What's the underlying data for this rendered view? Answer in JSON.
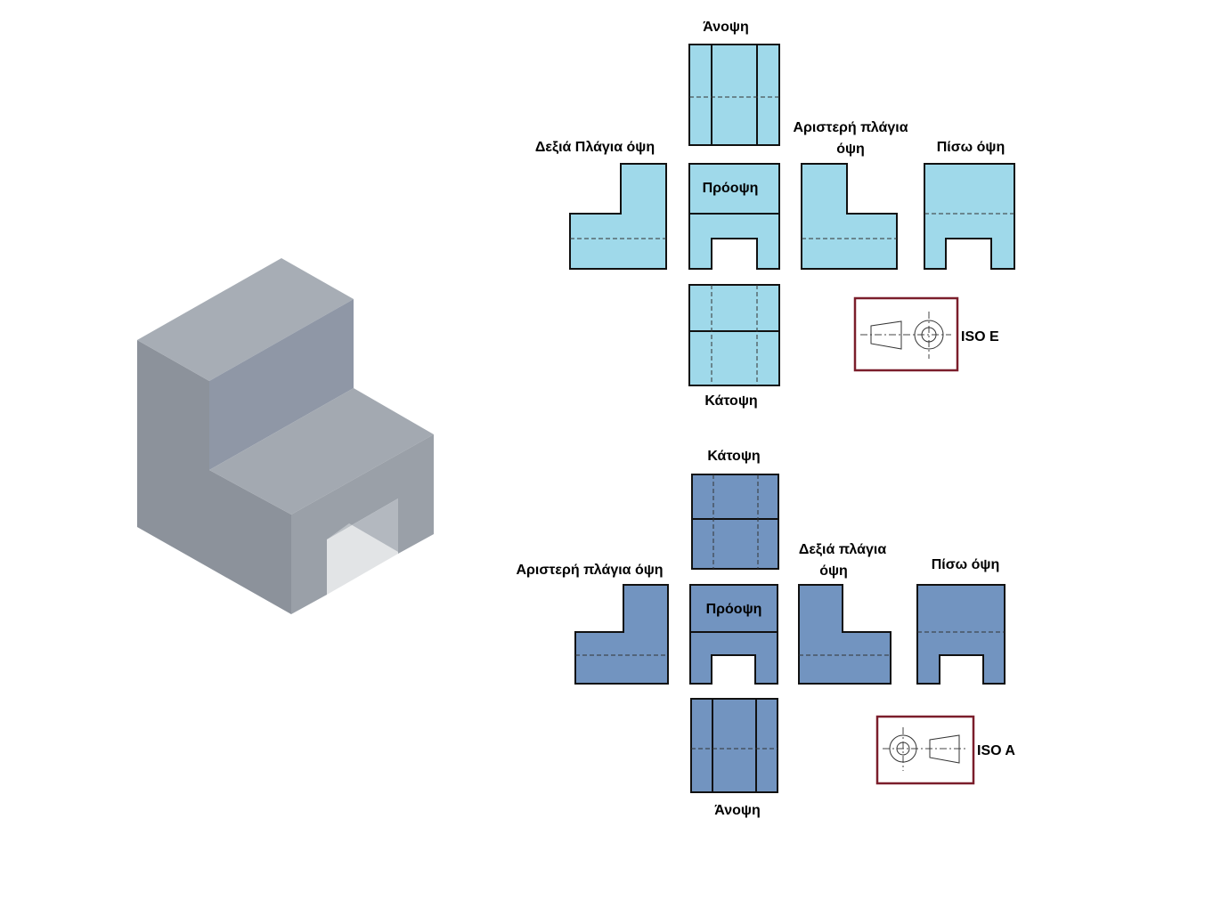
{
  "colors": {
    "iso_e_view_fill": "#9fd9ea",
    "iso_a_view_fill": "#7294c0",
    "symbol_frame": "#7b1e2b",
    "solid_top": "#a7adb5",
    "solid_front": "#8c929b",
    "solid_side": "#9aa0a8"
  },
  "iso_e": {
    "top_view": "Άνοψη",
    "right_side_view": "Δεξιά Πλάγια όψη",
    "front_view": "Πρόοψη",
    "left_side_view_line1": "Αριστερή πλάγια",
    "left_side_view_line2": "όψη",
    "rear_view": "Πίσω όψη",
    "bottom_view": "Κάτοψη",
    "standard": "ISO E"
  },
  "iso_a": {
    "bottom_view": "Κάτοψη",
    "left_side_view": "Αριστερή πλάγια όψη",
    "front_view": "Πρόοψη",
    "right_side_view_line1": "Δεξιά πλάγια",
    "right_side_view_line2": "όψη",
    "rear_view": "Πίσω όψη",
    "top_view": "Άνοψη",
    "standard": "ISO A"
  }
}
